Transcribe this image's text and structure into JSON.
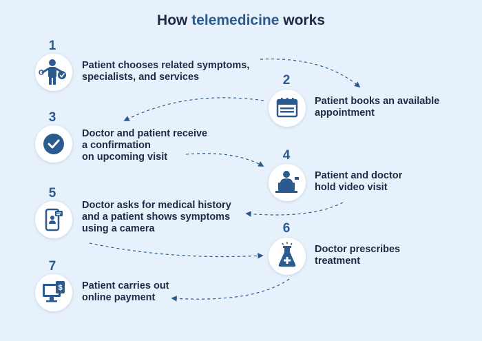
{
  "title": {
    "before": "How ",
    "highlight": "telemedicine",
    "after": " works"
  },
  "colors": {
    "primary": "#2b5a8e",
    "dark": "#1b2b45",
    "background": "#e6f1fb"
  },
  "steps": [
    {
      "number": "1",
      "text": "Patient chooses related symptoms,\nspecialists, and services",
      "icon": "patient-icon"
    },
    {
      "number": "2",
      "text": "Patient books an available\nappointment",
      "icon": "calendar-icon"
    },
    {
      "number": "3",
      "text": "Doctor and patient receive\na confirmation\non upcoming visit",
      "icon": "checkmark-icon"
    },
    {
      "number": "4",
      "text": "Patient and doctor\nhold video visit",
      "icon": "video-call-icon"
    },
    {
      "number": "5",
      "text": "Doctor asks for medical history\nand a patient shows symptoms\nusing a camera",
      "icon": "phone-camera-icon"
    },
    {
      "number": "6",
      "text": "Doctor prescribes\ntreatment",
      "icon": "medicine-flask-icon"
    },
    {
      "number": "7",
      "text": "Patient carries out\nonline payment",
      "icon": "payment-monitor-icon"
    }
  ]
}
